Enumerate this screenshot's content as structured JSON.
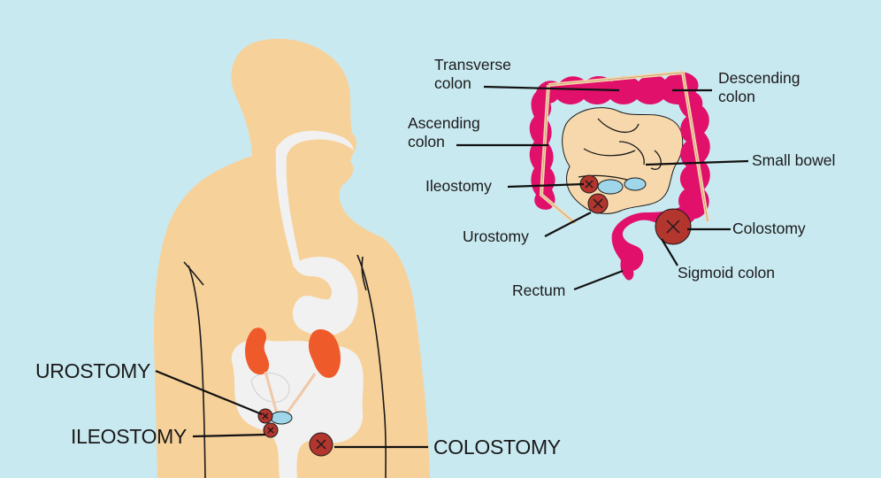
{
  "colors": {
    "background": "#c9e9f1",
    "body": "#f7d19a",
    "gut": "#f1f1f1",
    "colon": "#e0106b",
    "stoma": "#b2352e",
    "kidney": "#ef5a2b",
    "bladder": "#9fd6ea",
    "ureter": "#f0c8a8",
    "small_bowel": "#f7d8ac"
  },
  "icons": {
    "stoma": "stoma-icon",
    "kidney": "kidney-icon",
    "bladder": "bladder-icon"
  },
  "labels": {
    "transverse_colon": [
      "Transverse",
      "colon"
    ],
    "descending_colon": [
      "Descending",
      "colon"
    ],
    "ascending_colon": [
      "Ascending",
      "colon"
    ],
    "small_bowel": "Small bowel",
    "ileostomy": "Ileostomy",
    "urostomy": "Urostomy",
    "colostomy": "Colostomy",
    "sigmoid_colon": "Sigmoid colon",
    "rectum": "Rectum",
    "urostomy_big": "UROSTOMY",
    "ileostomy_big": "ILEOSTOMY",
    "colostomy_big": "COLOSTOMY"
  }
}
